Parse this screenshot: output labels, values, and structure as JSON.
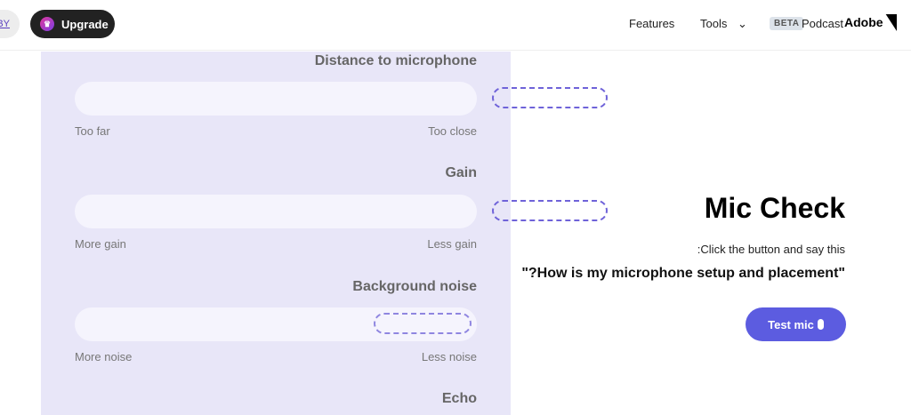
{
  "header": {
    "buy_label": "BY",
    "upgrade_label": "Upgrade",
    "nav": [
      "Features",
      "Tools"
    ],
    "beta": "BETA",
    "podcast": "Podcast",
    "brand": "Adobe"
  },
  "panel": {
    "sections": [
      {
        "title": "Distance to microphone",
        "left": "Too far",
        "right": "Too close"
      },
      {
        "title": "Gain",
        "left": "More gain",
        "right": "Less gain"
      },
      {
        "title": "Background noise",
        "left": "More noise",
        "right": "Less noise"
      },
      {
        "title": "Echo"
      }
    ]
  },
  "main": {
    "title": "Mic Check",
    "instruction": ":Click the button and say this",
    "quote": "\"?How is my microphone setup and placement\"",
    "button": "Test mic"
  },
  "colors": {
    "accent": "#5c5ce0",
    "panel": "#e8e6f8"
  }
}
